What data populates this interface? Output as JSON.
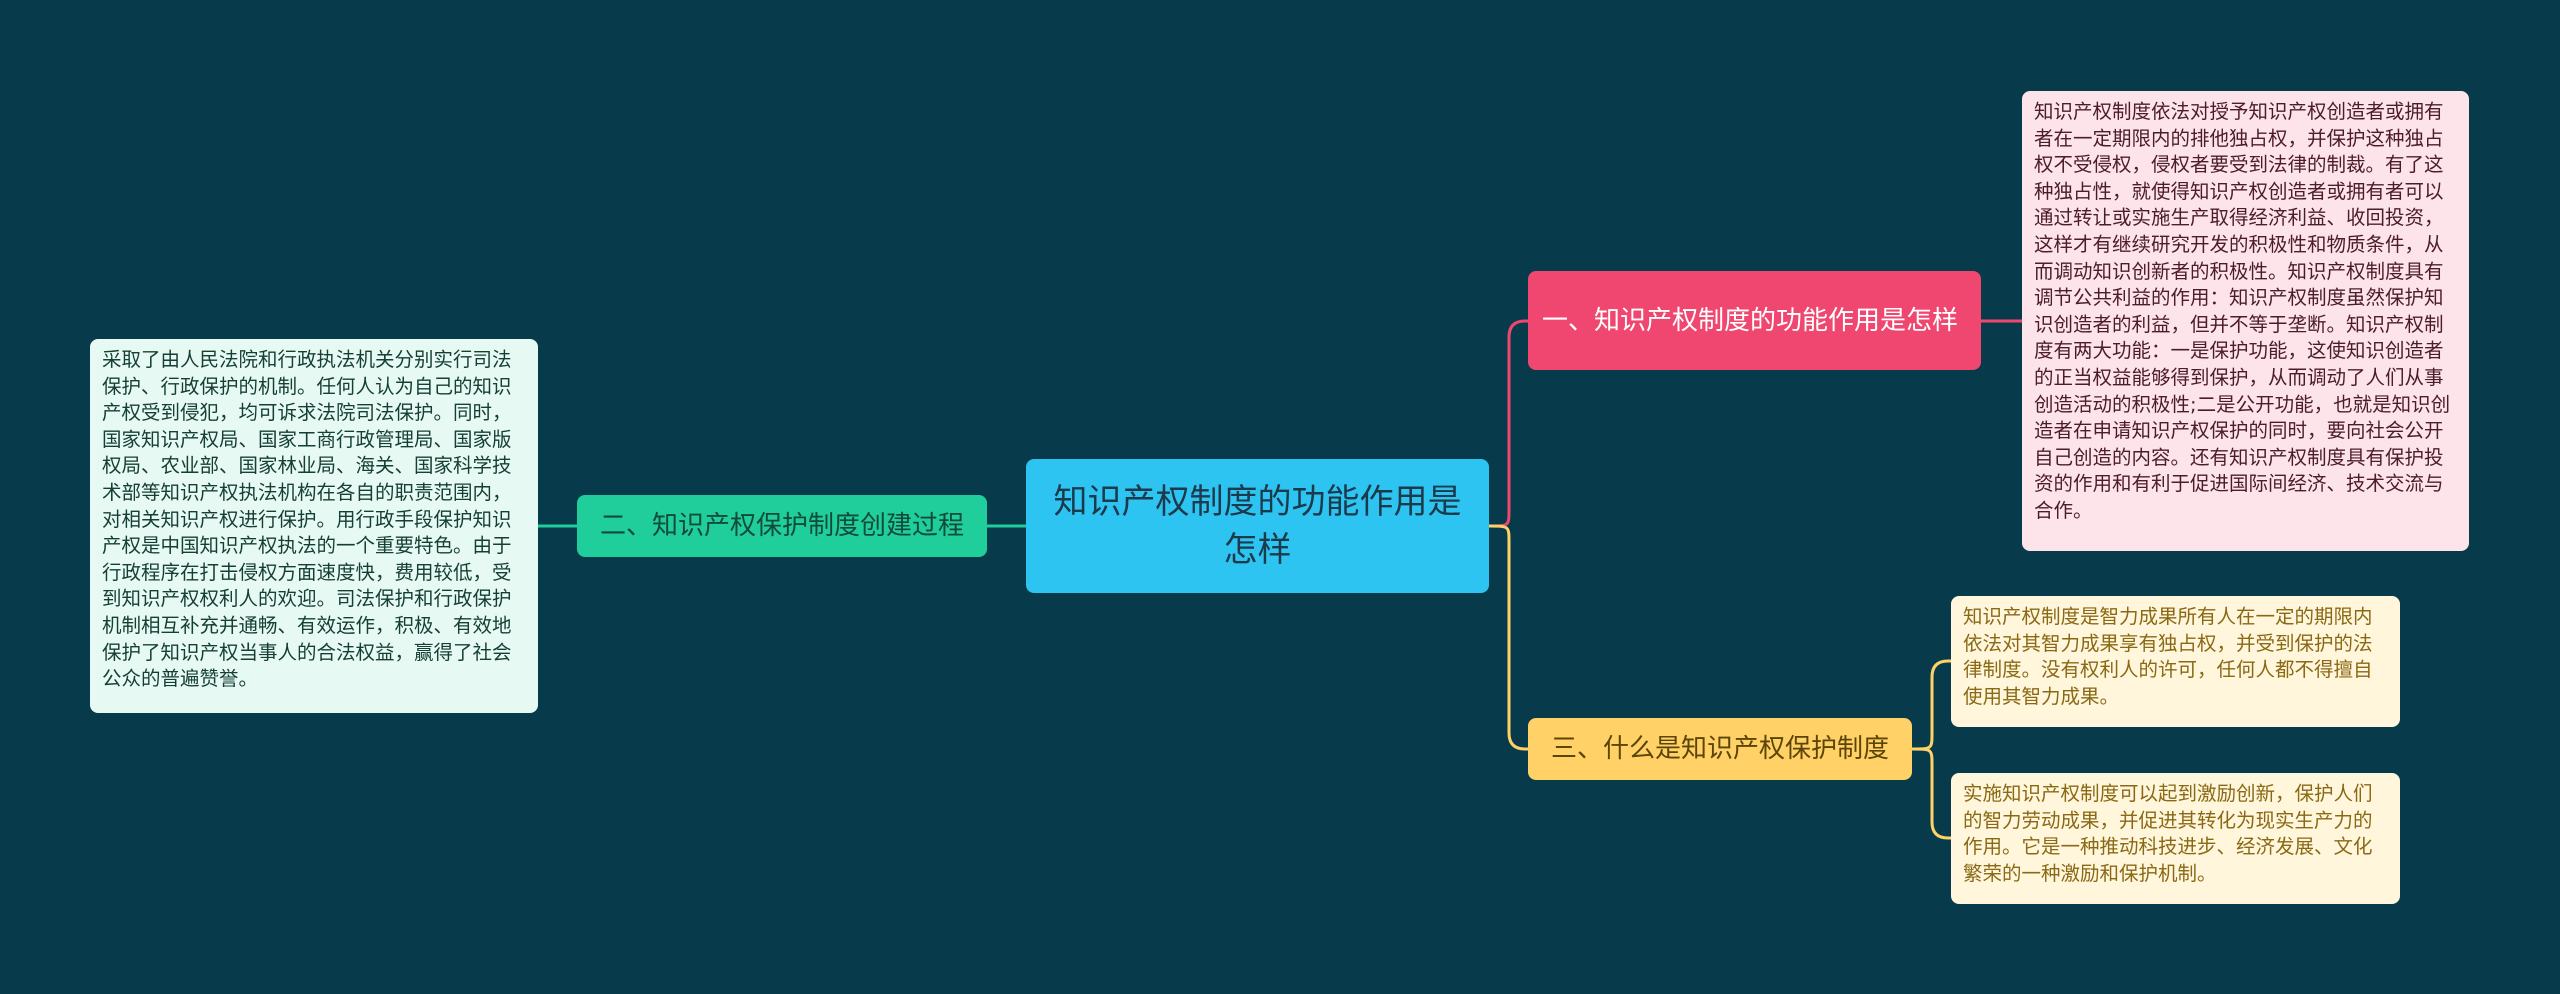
{
  "colors": {
    "background": "#073b4c",
    "root": "#2ec4f2",
    "branch_top": "#ef476f",
    "branch_left": "#1fce9a",
    "branch_bottom": "#ffd166",
    "line_top": "#ef476f",
    "line_left": "#1fce9a",
    "line_bottom": "#ffd166"
  },
  "root": {
    "label": "知识产权制度的功能作用是怎样"
  },
  "branches": {
    "top": {
      "label": "一、知识产权制度的功能作用是怎样",
      "leaf": "知识产权制度依法对授予知识产权创造者或拥有者在一定期限内的排他独占权，并保护这种独占权不受侵权，侵权者要受到法律的制裁。有了这种独占性，就使得知识产权创造者或拥有者可以通过转让或实施生产取得经济利益、收回投资，这样才有继续研究开发的积极性和物质条件，从而调动知识创新者的积极性。知识产权制度具有调节公共利益的作用：知识产权制度虽然保护知识创造者的利益，但并不等于垄断。知识产权制度有两大功能：一是保护功能，这使知识创造者的正当权益能够得到保护，从而调动了人们从事创造活动的积极性;二是公开功能，也就是知识创造者在申请知识产权保护的同时，要向社会公开自己创造的内容。还有知识产权制度具有保护投资的作用和有利于促进国际间经济、技术交流与合作。"
    },
    "left": {
      "label": "二、知识产权保护制度创建过程",
      "leaf": "采取了由人民法院和行政执法机关分别实行司法保护、行政保护的机制。任何人认为自己的知识产权受到侵犯，均可诉求法院司法保护。同时，国家知识产权局、国家工商行政管理局、国家版权局、农业部、国家林业局、海关、国家科学技术部等知识产权执法机构在各自的职责范围内，对相关知识产权进行保护。用行政手段保护知识产权是中国知识产权执法的一个重要特色。由于行政程序在打击侵权方面速度快，费用较低，受到知识产权权利人的欢迎。司法保护和行政保护机制相互补充并通畅、有效运作，积极、有效地保护了知识产权当事人的合法权益，赢得了社会公众的普遍赞誉。"
    },
    "bottom": {
      "label": "三、什么是知识产权保护制度",
      "leaves": [
        "知识产权制度是智力成果所有人在一定的期限内依法对其智力成果享有独占权，并受到保护的法律制度。没有权利人的许可，任何人都不得擅自使用其智力成果。",
        "实施知识产权制度可以起到激励创新，保护人们的智力劳动成果，并促进其转化为现实生产力的作用。它是一种推动科技进步、经济发展、文化繁荣的一种激励和保护机制。"
      ]
    }
  }
}
